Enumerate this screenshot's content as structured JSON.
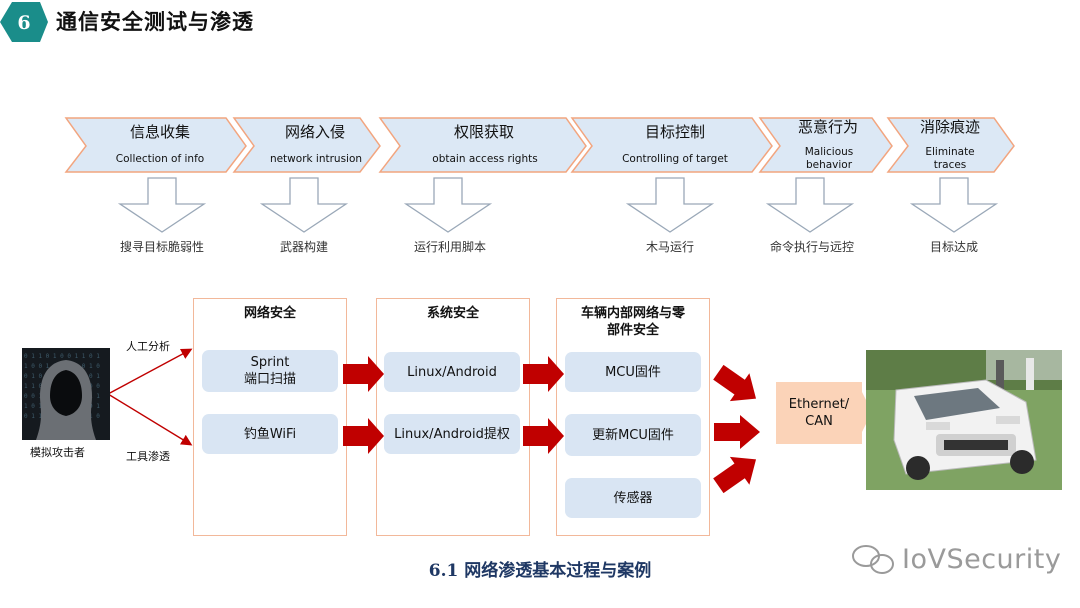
{
  "header": {
    "badge_number": "6",
    "title": "通信安全测试与渗透",
    "badge_color": "#1a8d8a"
  },
  "process_steps": [
    {
      "title": "信息收集",
      "subtitle": "Collection of info",
      "action": "搜寻目标脆弱性"
    },
    {
      "title": "网络入侵",
      "subtitle": "network intrusion",
      "action": "武器构建"
    },
    {
      "title": "权限获取",
      "subtitle": "obtain access rights",
      "action": "运行利用脚本"
    },
    {
      "title": "目标控制",
      "subtitle": "Controlling of target",
      "action": "木马运行"
    },
    {
      "title": "恶意行为",
      "subtitle_line1": "Malicious",
      "subtitle_line2": "behavior",
      "action": "命令执行与远控"
    },
    {
      "title": "消除痕迹",
      "subtitle_line1": "Eliminate",
      "subtitle_line2": "traces",
      "action": "目标达成"
    }
  ],
  "attacker": {
    "label": "模拟攻击者",
    "path_manual": "人工分析",
    "path_tool": "工具渗透"
  },
  "columns": {
    "network": {
      "title": "网络安全",
      "items": [
        {
          "line1": "Sprint",
          "line2": "端口扫描"
        },
        {
          "line1": "钓鱼WiFi"
        }
      ]
    },
    "system": {
      "title": "系统安全",
      "items": [
        "Linux/Android",
        "Linux/Android提权"
      ]
    },
    "vehicle": {
      "title_line1": "车辆内部网络与零",
      "title_line2": "部件安全",
      "items": [
        "MCU固件",
        "更新MCU固件",
        "传感器"
      ]
    }
  },
  "target": {
    "line1": "Ethernet/",
    "line2": "CAN"
  },
  "caption": "6.1 网络渗透基本过程与案例",
  "watermark": "IoVSecurity",
  "colors": {
    "chevron_fill": "#dce8f5",
    "chevron_stroke": "#f2a57f",
    "column_border": "#f2b89a",
    "pill_fill": "#d9e5f3",
    "red_arrow": "#c00000",
    "target_fill": "#fbd3b8",
    "caption": "#1f3864"
  }
}
